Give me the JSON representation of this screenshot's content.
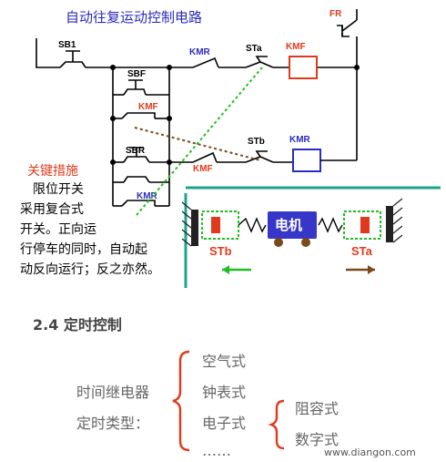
{
  "diagram": {
    "title": "自动往复运动控制电路",
    "labels": {
      "fr": "FR",
      "sb1": "SB1",
      "sbf": "SBF",
      "sbr": "SBR",
      "kmr_top": "KMR",
      "sta_contact": "STa",
      "kmf_coil": "KMF",
      "kmf_aux": "KMF",
      "kmf_interlock": "KMF",
      "stb_contact": "STb",
      "kmr_coil": "KMR",
      "kmr_aux": "KMR"
    },
    "note": {
      "heading": "关键措施",
      "lines": [
        "限位开关",
        "采用复合式",
        "开关。正向运",
        "行停车的同时，自动起",
        "动反向运行；反之亦然。"
      ]
    },
    "mechanism": {
      "motor_label": "电机",
      "left_switch": "STb",
      "right_switch": "STa"
    },
    "colors": {
      "wire": "#000000",
      "blue_text": "#2b2bbf",
      "red_text": "#e03a1e",
      "green_link": "#1fbf1f",
      "brown_link": "#7a4a1a",
      "teal_frame": "#1aa58c",
      "motor_fill": "#3636c8"
    }
  },
  "section": {
    "heading": "2.4  定时控制",
    "relay_label": "时间继电器",
    "type_label": "定时类型：",
    "types": [
      "空气式",
      "钟表式",
      "电子式",
      "……"
    ],
    "electronic_subtypes": [
      "阻容式",
      "数字式"
    ]
  },
  "watermark": "www.diangon.com"
}
